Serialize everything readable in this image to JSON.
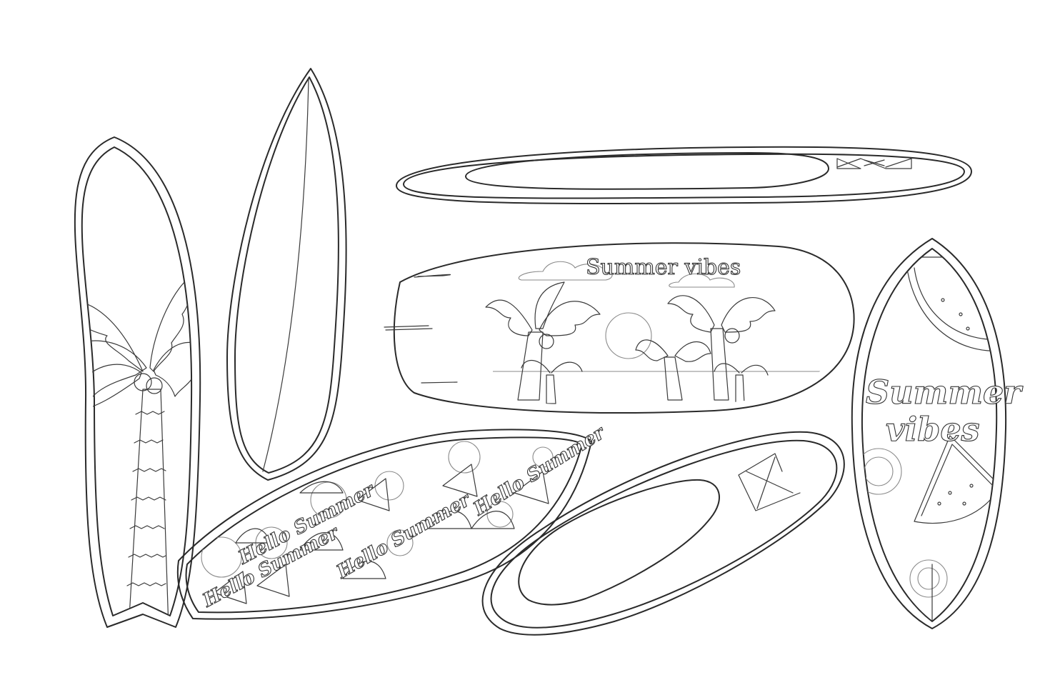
{
  "artwork": {
    "background_color": "#ffffff",
    "line_color": "#2a2a2a"
  },
  "boards": [
    {
      "id": "fish-palm",
      "icon": "palm-tree-icon"
    },
    {
      "id": "blank-shortboard",
      "icon": "stringer-line-icon"
    },
    {
      "id": "paddle-board-top",
      "icon": "handle-x-icon"
    },
    {
      "id": "summer-vibes-beach",
      "icon": "palm-beach-scene-icon",
      "text": "Summer vibes"
    },
    {
      "id": "hello-summer-watermelon",
      "icon": "watermelon-pattern-icon",
      "text": "Hello Summer"
    },
    {
      "id": "paddle-board-diagonal",
      "icon": "handle-x-icon"
    },
    {
      "id": "summer-vibes-watermelon",
      "icon": "watermelon-slice-icon",
      "text_line1": "Summer",
      "text_line2": "vibes"
    }
  ]
}
